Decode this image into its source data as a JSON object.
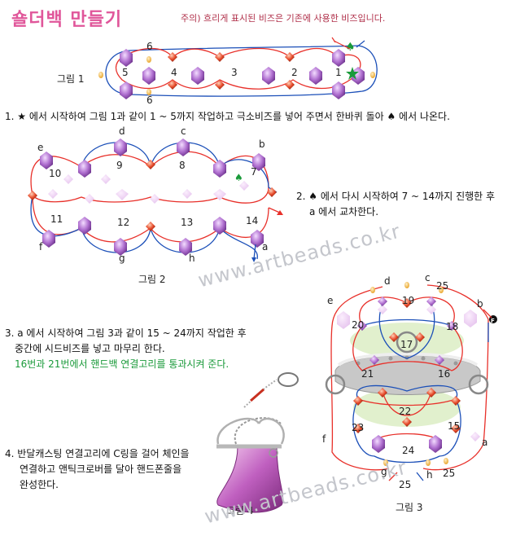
{
  "page_title": "숄더백 만들기",
  "note": "주의) 흐리게 표시된 비즈은 기존에 사용한 비즈입니다.",
  "steps": {
    "s1": "1. ★ 에서 시작하여 그림 1과 같이 1 ~ 5까지 작업하고 극소비즈를 넣어 주면서 한바퀴 돌아 ♠ 에서 나온다.",
    "s2_line1": "2. ♠ 에서 다시 시작하여 7 ~ 14까지 진행한 후",
    "s2_line2": "a 에서 교차한다.",
    "s3_line1": "3. a 에서 시작하여 그림 3과 같이 15 ~ 24까지 작업한 후",
    "s3_line2": "중간에 시드비즈를 넣고 마무리 한다.",
    "s3_line3": "16번과 21번에서 핸드백 연결고리를 통과시켜 준다.",
    "s4_line1": "4. 반달캐스팅 연결고리에 C링을 걸어 체인을",
    "s4_line2": "연결하고 앤틱크로버를 달아 핸드폰줄을",
    "s4_line3": "완성한다."
  },
  "figures": {
    "fig1": {
      "label": "그림 1",
      "numbers": [
        "5",
        "4",
        "3",
        "2",
        "1"
      ],
      "top_mark": "6",
      "bottom_mark": "6"
    },
    "fig2": {
      "label": "그림 2",
      "letters": {
        "a": "a",
        "b": "b",
        "c": "c",
        "d": "d",
        "e": "e",
        "f": "f",
        "g": "g",
        "h": "h"
      },
      "numbers": [
        "7",
        "8",
        "9",
        "10",
        "11",
        "12",
        "13",
        "14"
      ]
    },
    "fig3": {
      "label": "그림 3",
      "letters": {
        "a": "a",
        "b": "b",
        "c": "c",
        "d": "d",
        "e": "e",
        "f": "f",
        "g": "g",
        "h": "h"
      },
      "numbers": [
        "15",
        "16",
        "17",
        "18",
        "19",
        "20",
        "21",
        "22",
        "23",
        "24"
      ],
      "mark25": "25"
    },
    "fig4": {
      "label": "그림 4"
    }
  },
  "watermark": "www.artbeads.co.kr",
  "colors": {
    "title": "#e0569a",
    "red_thread": "#e8302a",
    "blue_thread": "#1b4fb8",
    "bead_purple": "#a860c8",
    "bead_red": "#e64a2a",
    "bead_orange": "#f0a830",
    "green_mark": "#1a9a3a"
  }
}
